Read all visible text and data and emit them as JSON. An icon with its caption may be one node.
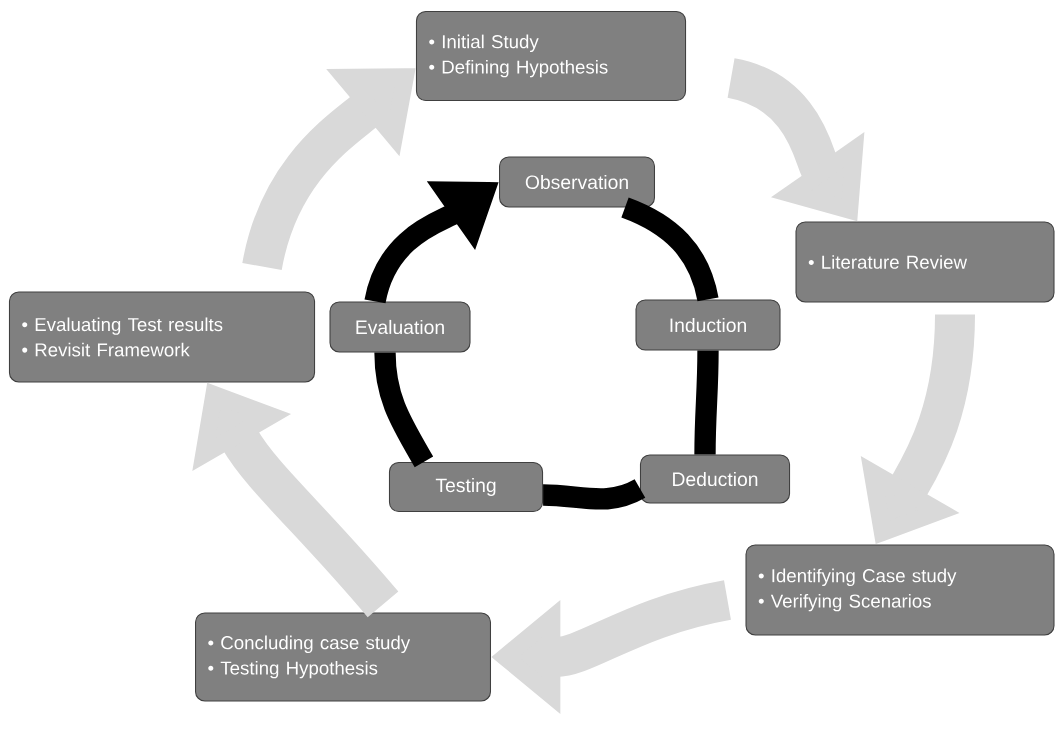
{
  "diagram": {
    "nodes": [
      {
        "text": [
          "• Initial Study",
          "• Defining Hypothesis"
        ]
      },
      {
        "text": [
          "• Literature Review"
        ]
      },
      {
        "text": [
          "• Identifying Case study",
          "• Verifying Scenarios"
        ]
      },
      {
        "text": [
          "• Concluding case study",
          "• Testing Hypothesis"
        ]
      },
      {
        "text": [
          "• Evaluating Test results",
          "• Revisit Framework"
        ]
      },
      {
        "text": [
          "Observation"
        ]
      },
      {
        "text": [
          "Induction"
        ]
      },
      {
        "text": [
          "Deduction"
        ]
      },
      {
        "text": [
          "Testing"
        ]
      },
      {
        "text": [
          "Evaluation"
        ]
      }
    ],
    "edges": [
      {
        "from": 0,
        "to": 1,
        "arrow": "to",
        "style": "thick",
        "color": "#d9d9d9"
      },
      {
        "from": 1,
        "to": 2,
        "arrow": "to",
        "style": "thick",
        "color": "#d9d9d9"
      },
      {
        "from": 2,
        "to": 3,
        "arrow": "to",
        "style": "thick",
        "color": "#d9d9d9"
      },
      {
        "from": 3,
        "to": 4,
        "arrow": "to",
        "style": "thick",
        "color": "#d9d9d9"
      },
      {
        "from": 4,
        "to": 0,
        "arrow": "to",
        "style": "thick",
        "color": "#d9d9d9"
      },
      {
        "from": 5,
        "to": 6,
        "arrow": "none",
        "color": "#000000"
      },
      {
        "from": 6,
        "to": 7,
        "arrow": "none",
        "color": "#000000"
      },
      {
        "from": 7,
        "to": 8,
        "arrow": "none",
        "color": "#000000"
      },
      {
        "from": 8,
        "to": 9,
        "arrow": "none",
        "color": "#000000"
      },
      {
        "from": 9,
        "to": 5,
        "arrow": "to",
        "color": "#000000"
      }
    ]
  }
}
